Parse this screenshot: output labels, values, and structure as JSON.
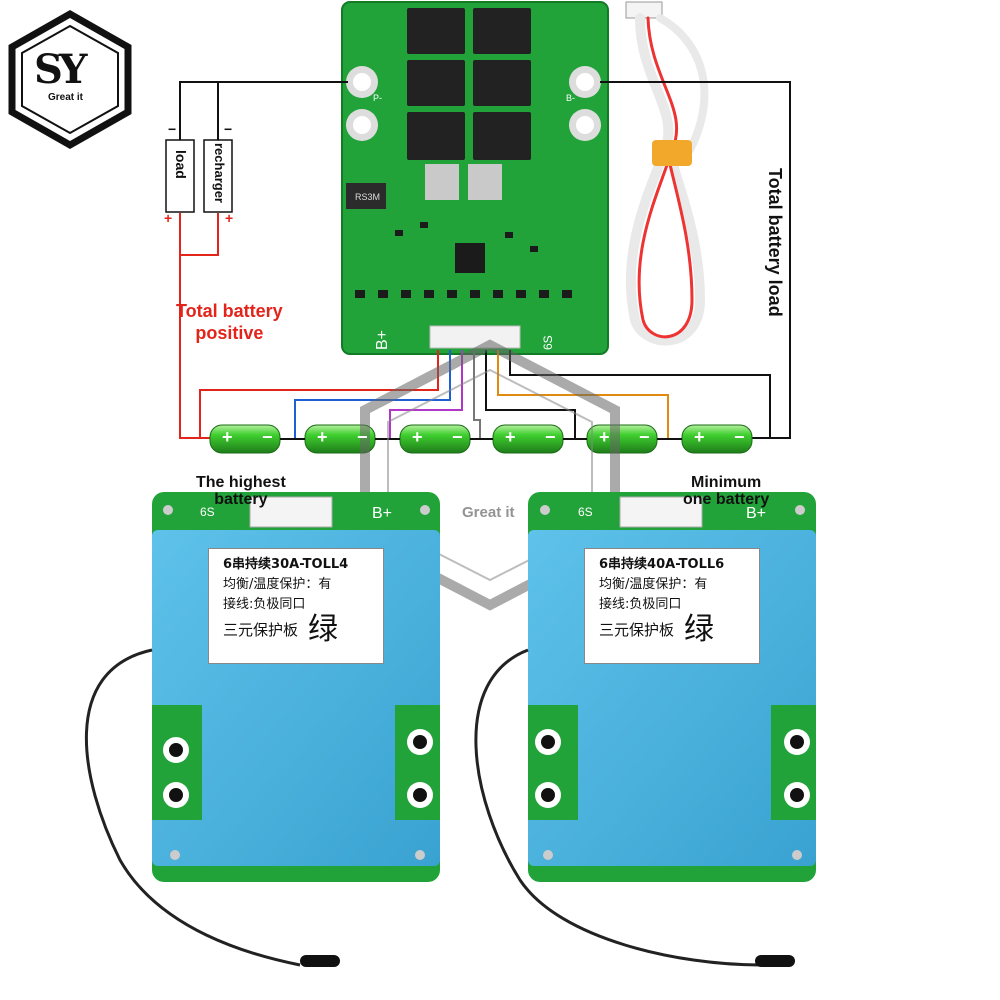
{
  "brand": {
    "logo_text": "SY",
    "tagline": "Great it"
  },
  "diagram": {
    "label_load": "load",
    "label_recharger": "recharger",
    "label_total_positive": "Total battery\npositive",
    "label_total_load": "Total battery load",
    "label_highest": "The highest\nbattery",
    "label_minimum": "Minimum\none battery",
    "pcb_label_p": "P-",
    "pcb_label_b": "B-",
    "pcb_label_bplus": "B+",
    "pcb_label_6s": "6S",
    "pcb_label_rs": "RS3M",
    "cell_plus": "+",
    "cell_minus": "−",
    "wire_minus": "−",
    "wire_plus": "+"
  },
  "products": [
    {
      "line1": "6串持续30A-TOLL4",
      "line2": "均衡/温度保护：有",
      "line3": "接线:负极同口",
      "line4": "三元保护板",
      "color_char": "绿"
    },
    {
      "line1": "6串持续40A-TOLL6",
      "line2": "均衡/温度保护：有",
      "line3": "接线:负极同口",
      "line4": "三元保护板",
      "color_char": "绿"
    }
  ],
  "colors": {
    "pcb_green": "#22a33a",
    "shrink_blue": "#4fb4de",
    "cell_green": "#2fbf2f",
    "wire_red": "#e3241b",
    "wire_black": "#111111"
  }
}
